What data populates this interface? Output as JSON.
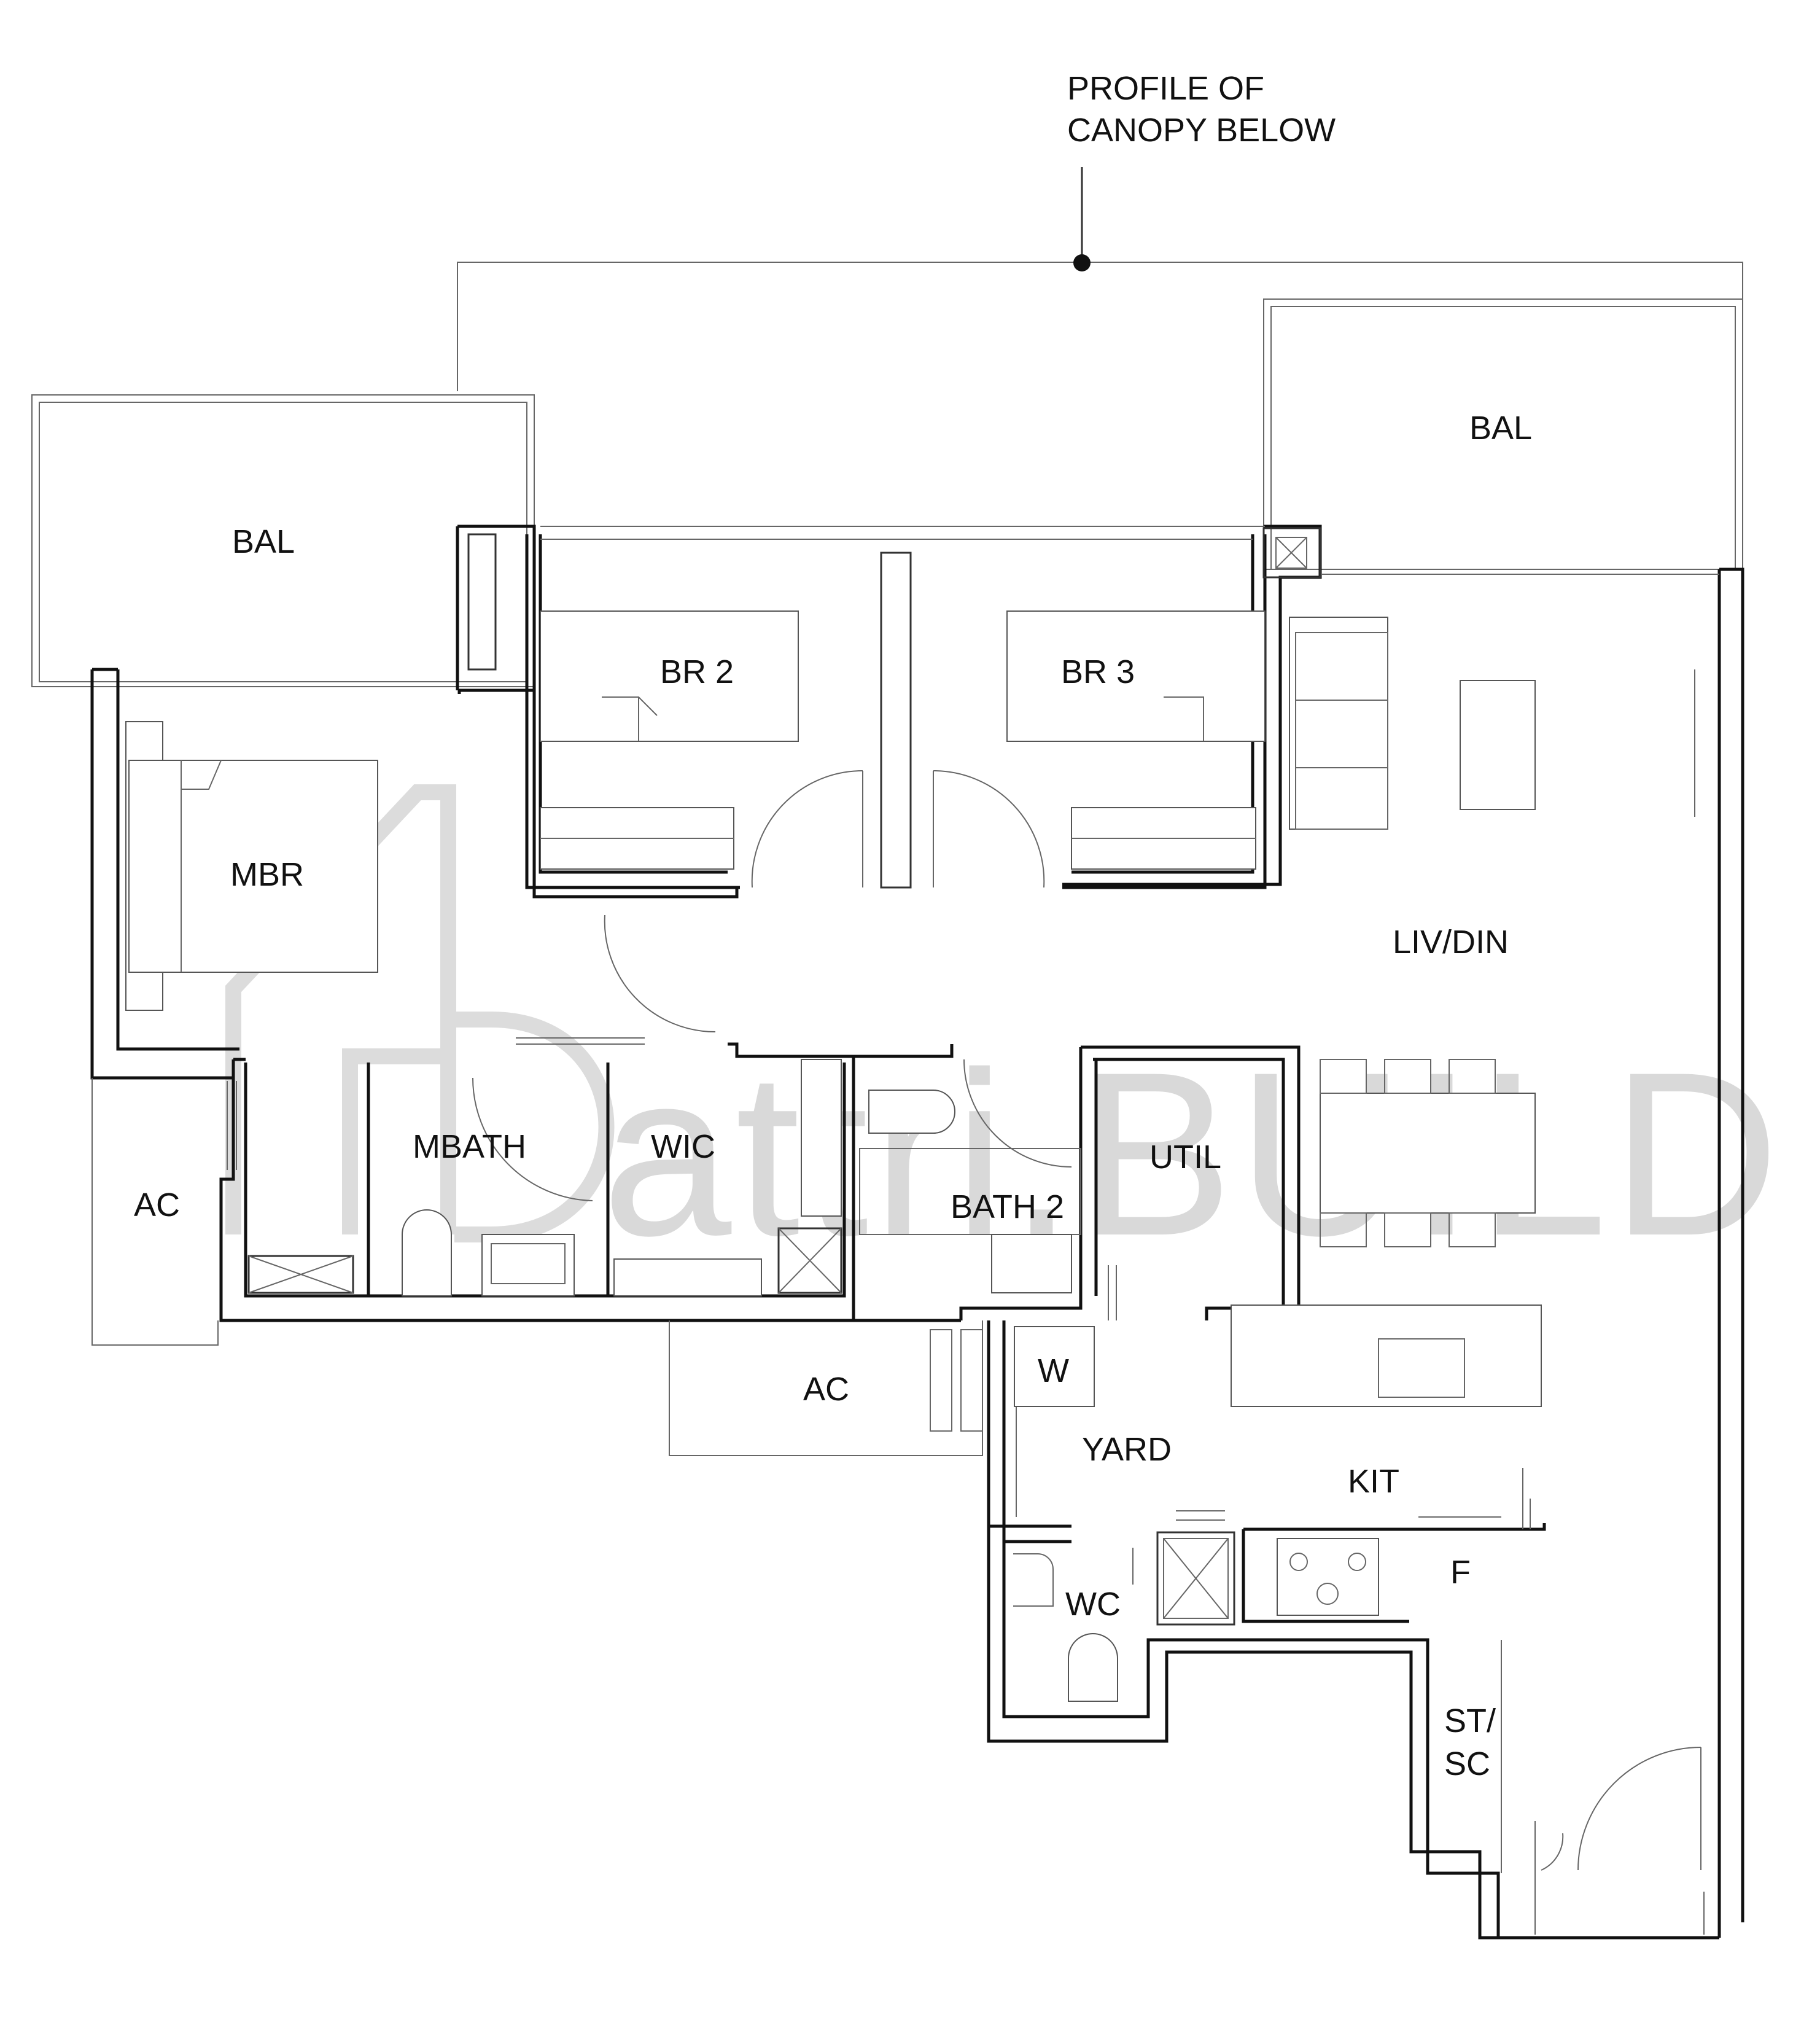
{
  "annotation": {
    "line1": "PROFILE OF",
    "line2": "CANOPY BELOW"
  },
  "rooms": {
    "bal_left": "BAL",
    "bal_right": "BAL",
    "br2": "BR 2",
    "br3": "BR 3",
    "mbr": "MBR",
    "liv_din": "LIV/DIN",
    "ac_left": "AC",
    "mbath": "MBATH",
    "wic": "WIC",
    "bath2": "BATH 2",
    "util": "UTIL",
    "w": "W",
    "ac_mid": "AC",
    "yard": "YARD",
    "kit": "KIT",
    "wc": "WC",
    "f": "F",
    "st_sc_1": "ST/",
    "st_sc_2": "SC"
  },
  "watermark": {
    "text": "attri.BUILD",
    "color": "#d9d9d9"
  },
  "colors": {
    "wall": "#111111",
    "line": "#666666",
    "background": "#ffffff"
  }
}
